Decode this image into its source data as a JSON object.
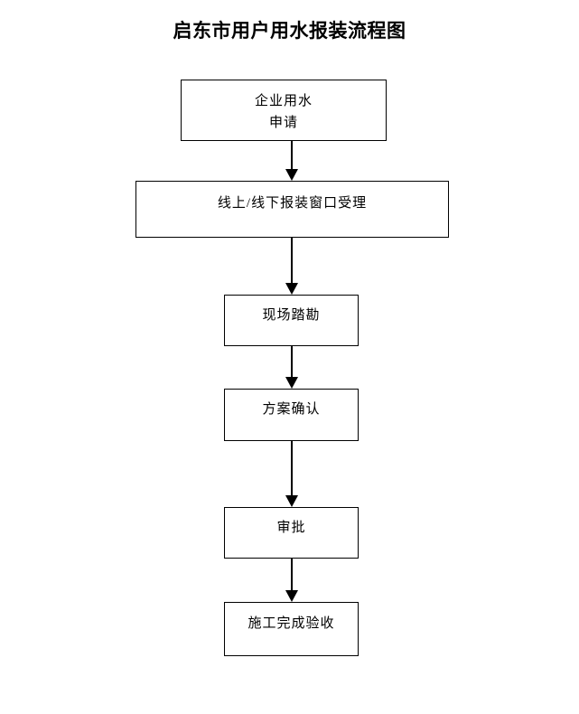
{
  "title": "启东市用户用水报装流程图",
  "flowchart": {
    "orientation": "vertical-top-to-bottom",
    "line_color": "#000000",
    "box_fill": "#ffffff",
    "nodes": [
      {
        "id": "apply",
        "label": "企业用水\n申请"
      },
      {
        "id": "reception",
        "label": "线上/线下报装窗口受理"
      },
      {
        "id": "survey",
        "label": "现场踏勘"
      },
      {
        "id": "plan",
        "label": "方案确认"
      },
      {
        "id": "approval",
        "label": "审批"
      },
      {
        "id": "acceptance",
        "label": "施工完成验收"
      }
    ],
    "edges": [
      {
        "id": "arrow-1",
        "from": "apply",
        "to": "reception"
      },
      {
        "id": "arrow-2",
        "from": "reception",
        "to": "survey"
      },
      {
        "id": "arrow-3",
        "from": "survey",
        "to": "plan"
      },
      {
        "id": "arrow-4",
        "from": "plan",
        "to": "approval"
      },
      {
        "id": "arrow-5",
        "from": "approval",
        "to": "acceptance"
      }
    ]
  }
}
